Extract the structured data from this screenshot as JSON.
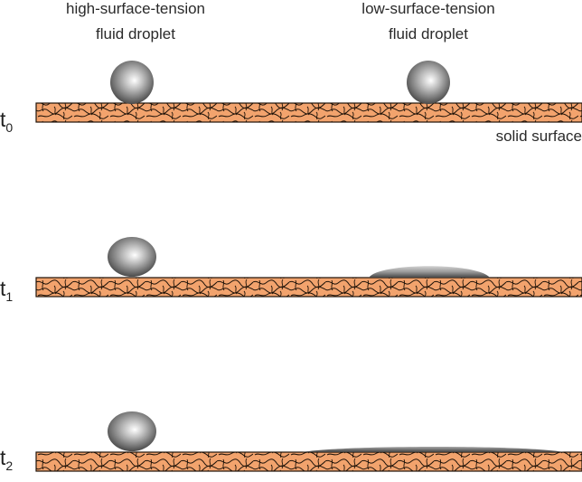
{
  "labels": {
    "high_line1": "high-surface-tension",
    "high_line2": "fluid droplet",
    "low_line1": "low-surface-tension",
    "low_line2": "fluid droplet",
    "solid": "solid surface"
  },
  "time_steps": [
    {
      "main": "t",
      "sub": "0"
    },
    {
      "main": "t",
      "sub": "1"
    },
    {
      "main": "t",
      "sub": "2"
    }
  ],
  "colors": {
    "surface_fill": "#f2a36d",
    "surface_line": "#1e1208",
    "droplet_light": "#ffffff",
    "droplet_mid": "#9a9a9a",
    "droplet_dark": "#3c3c3c"
  }
}
